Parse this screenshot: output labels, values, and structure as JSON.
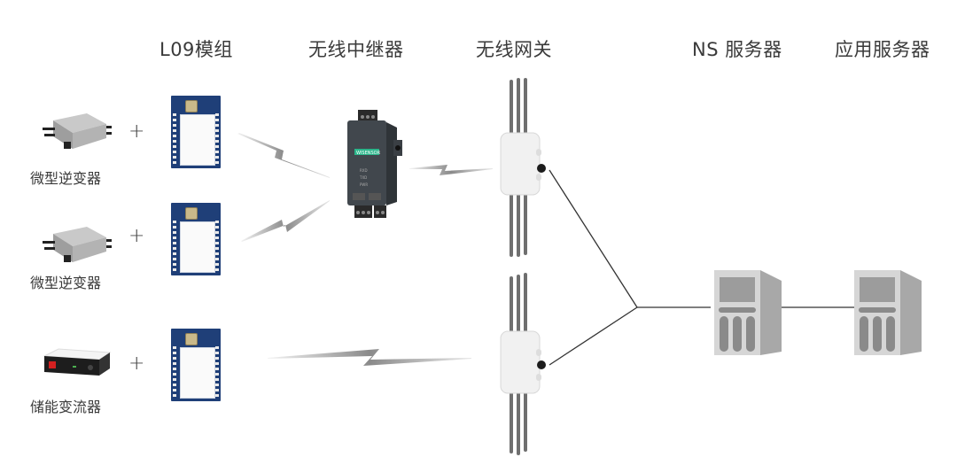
{
  "columns": [
    {
      "id": "module",
      "title": "L09模组"
    },
    {
      "id": "repeater",
      "title": "无线中继器"
    },
    {
      "id": "gateway",
      "title": "无线网关"
    },
    {
      "id": "ns_server",
      "title": "NS 服务器"
    },
    {
      "id": "app_server",
      "title": "应用服务器"
    }
  ],
  "sources": [
    {
      "device": "微型逆变器",
      "icon": "micro-inverter-icon",
      "plus": "+",
      "module_icon": "lora-module-icon"
    },
    {
      "device": "微型逆变器",
      "icon": "micro-inverter-icon",
      "plus": "+",
      "module_icon": "lora-module-icon"
    },
    {
      "device": "储能变流器",
      "icon": "energy-storage-converter-icon",
      "plus": "+",
      "module_icon": "lora-module-icon"
    }
  ],
  "repeater": {
    "brand_label": "WISENSOR",
    "leds": [
      "RXD",
      "TXD",
      "PWR"
    ],
    "accent": "#2bb58a"
  },
  "links": {
    "wireless": [
      "module1-repeater",
      "module2-repeater",
      "repeater-gateway1",
      "module3-gateway2"
    ],
    "wired": [
      "gateway1-hub",
      "gateway2-hub",
      "hub-ns_server",
      "ns_server-app_server"
    ]
  },
  "colors": {
    "wireless_bolt": "#8a8a8a",
    "wire": "#333333",
    "server_body": "#d6d6d6",
    "server_dark": "#888888"
  }
}
